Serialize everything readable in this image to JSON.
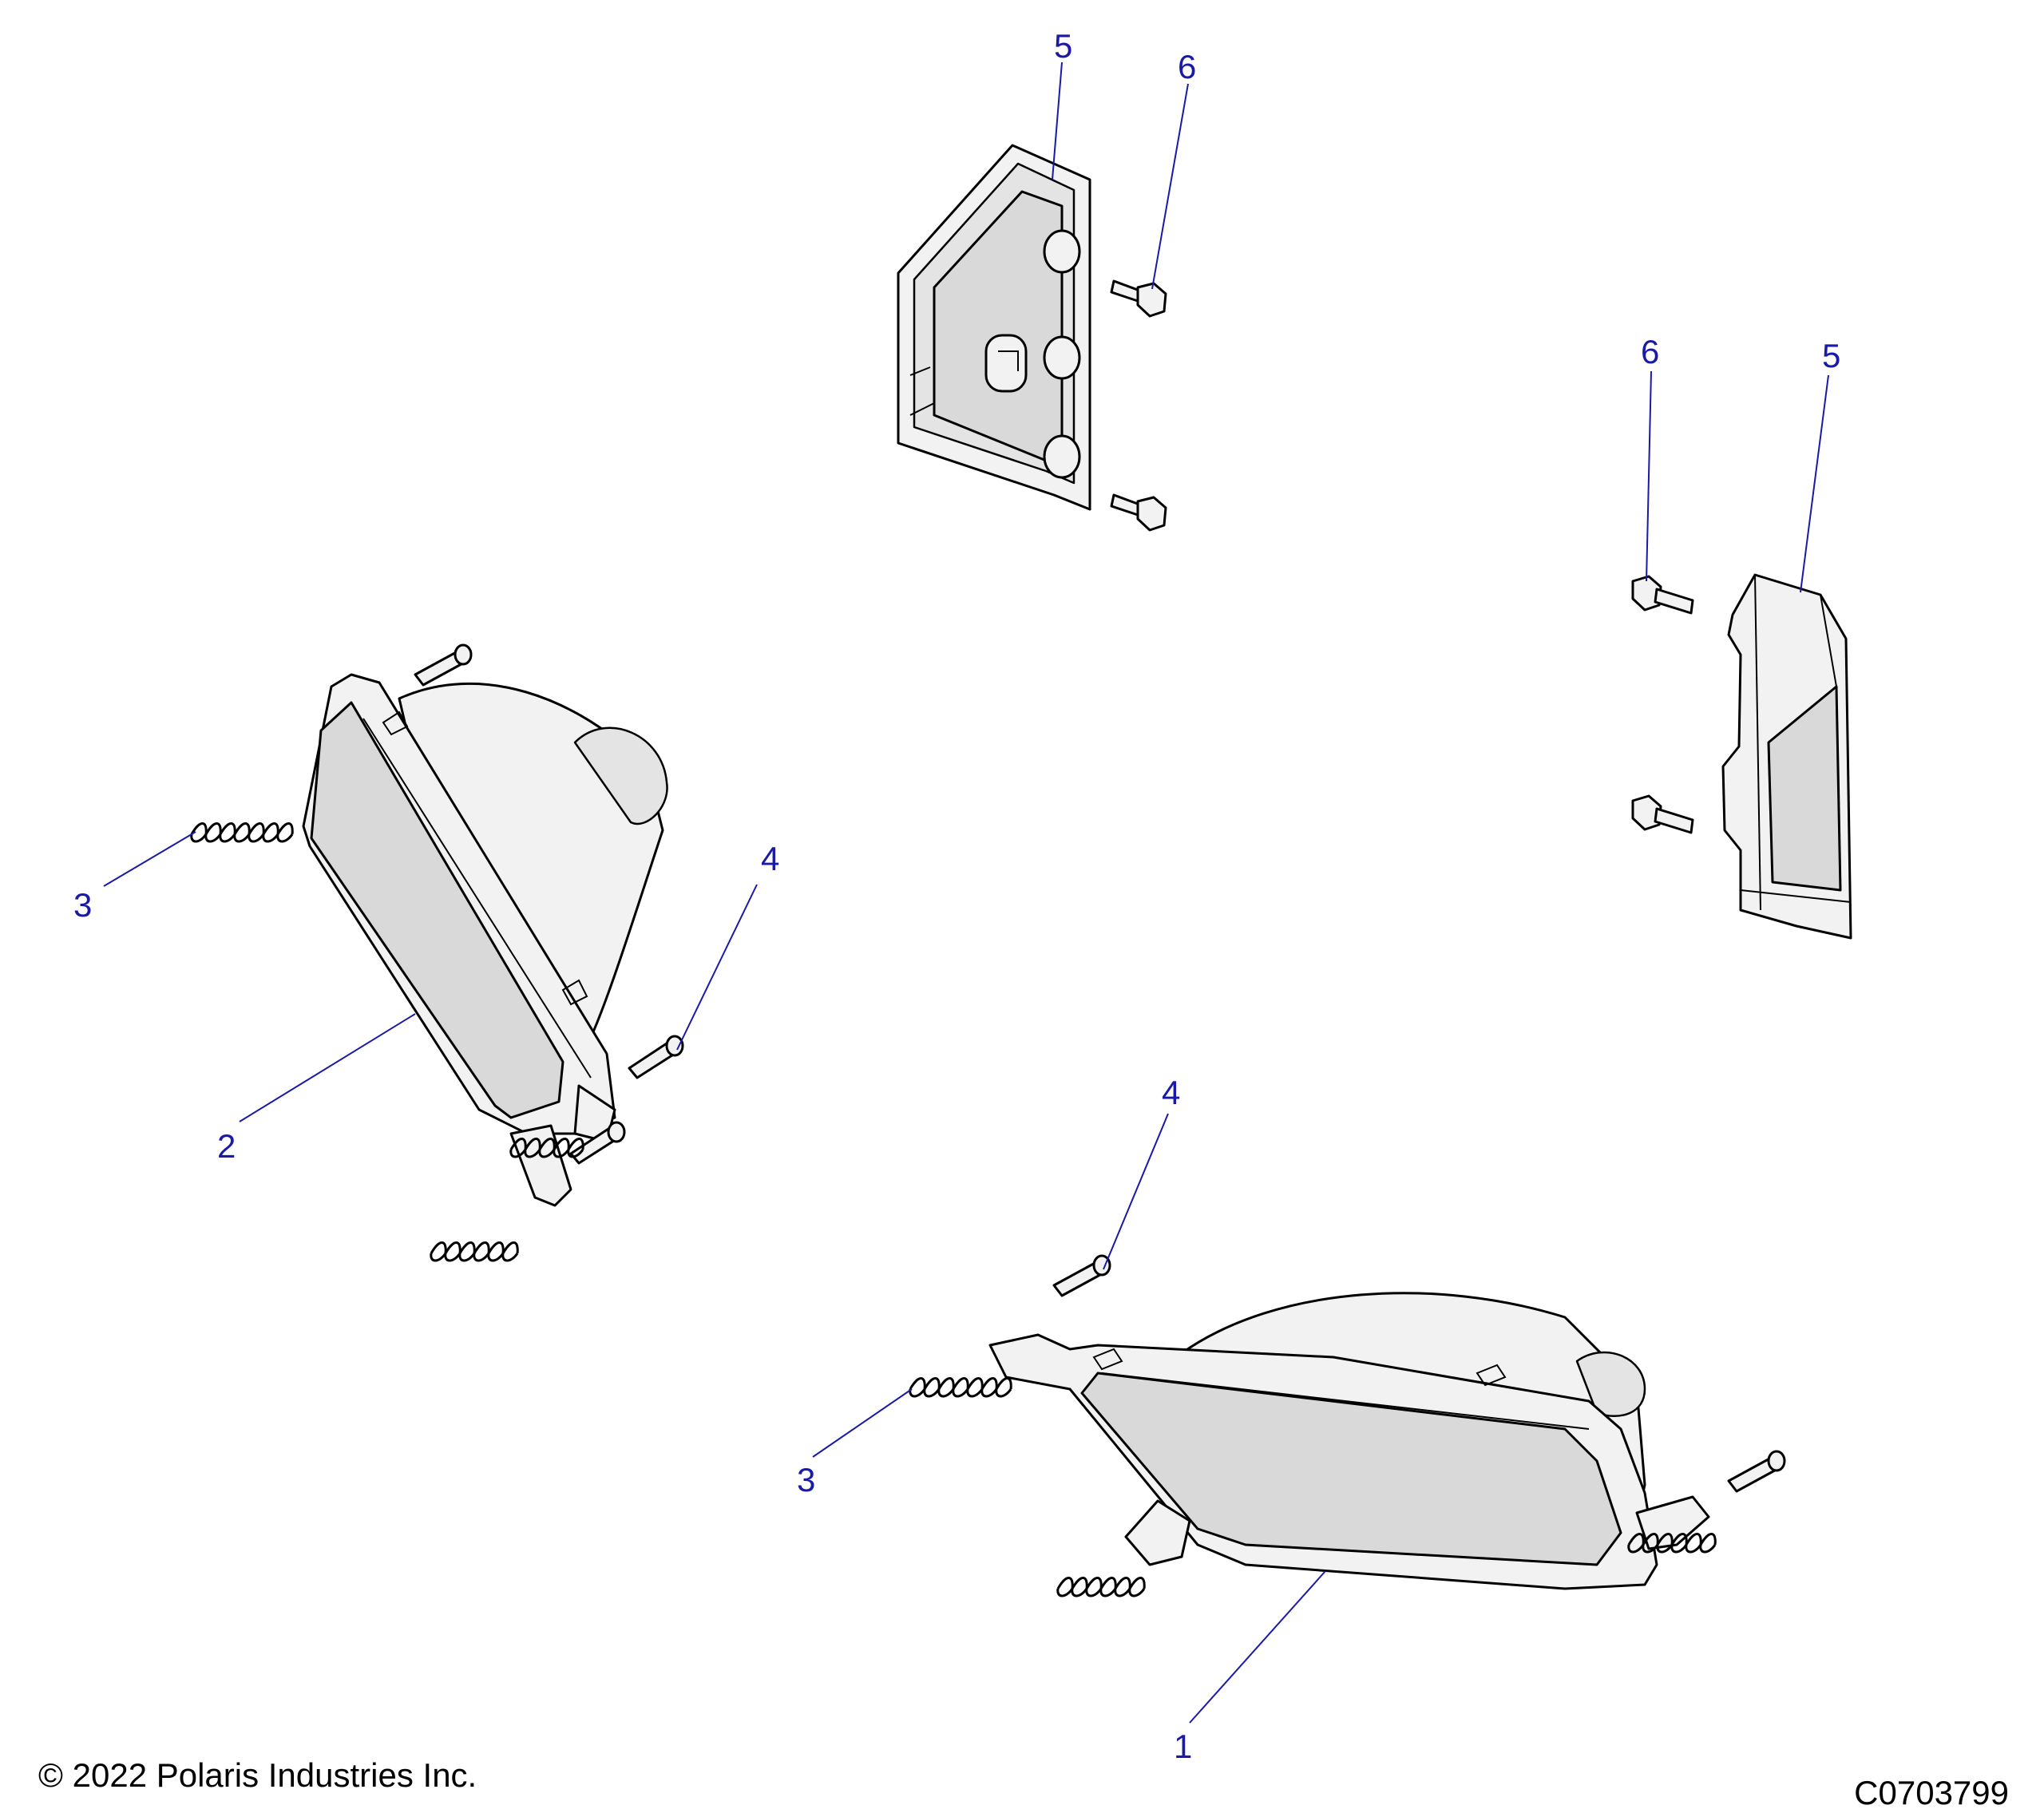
{
  "callouts": {
    "c1": "1",
    "c2": "2",
    "c3a": "3",
    "c3b": "3",
    "c4a": "4",
    "c4b": "4",
    "c5a": "5",
    "c5b": "5",
    "c6a": "6",
    "c6b": "6"
  },
  "footer": {
    "copyright": "© 2022 Polaris Industries Inc.",
    "drawing_number": "C0703799"
  },
  "colors": {
    "callout": "#1a1aa8",
    "line_art": "#000000",
    "part_fill": "#f2f2f2"
  }
}
